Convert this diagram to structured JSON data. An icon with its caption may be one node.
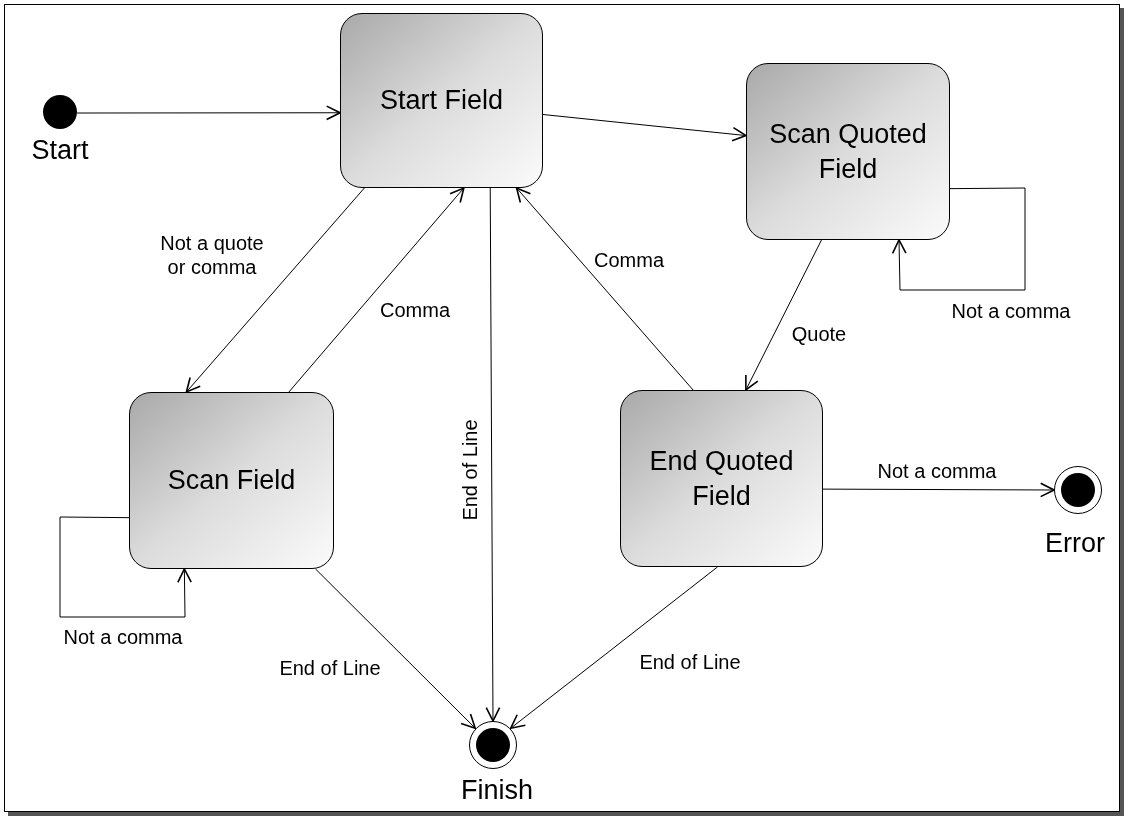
{
  "diagram": {
    "nodes": [
      {
        "text": [],
        "shape": "circle",
        "beside": [
          "Start"
        ]
      },
      {
        "text": [
          "Start Field"
        ]
      },
      {
        "text": [
          "Scan Quoted Field"
        ]
      },
      {
        "text": [
          "Scan Field"
        ]
      },
      {
        "text": [
          "End Quoted Field"
        ]
      },
      {
        "text": [],
        "shape": "circle",
        "beside": [
          "Error"
        ]
      },
      {
        "text": [],
        "shape": "circle",
        "beside": [
          "Finish"
        ]
      }
    ],
    "edges": [
      {
        "from": 0,
        "to": 1,
        "arrow": "to"
      },
      {
        "from": 1,
        "to": 2,
        "arrow": "to"
      },
      {
        "from": 1,
        "to": 3,
        "arrow": "to",
        "label": "Not a quote or comma"
      },
      {
        "from": 3,
        "to": 1,
        "arrow": "to",
        "label": "Comma"
      },
      {
        "from": 1,
        "to": 6,
        "arrow": "to",
        "label": "End of Line"
      },
      {
        "from": 4,
        "to": 1,
        "arrow": "to",
        "label": "Comma"
      },
      {
        "from": 2,
        "to": 2,
        "arrow": "to",
        "label": "Not a comma"
      },
      {
        "from": 2,
        "to": 4,
        "arrow": "to",
        "label": "Quote"
      },
      {
        "from": 3,
        "to": 3,
        "arrow": "to",
        "label": "Not a comma"
      },
      {
        "from": 4,
        "to": 5,
        "arrow": "to",
        "label": "Not a comma"
      },
      {
        "from": 3,
        "to": 6,
        "arrow": "to",
        "label": "End of Line"
      },
      {
        "from": 4,
        "to": 6,
        "arrow": "to",
        "label": "End of Line"
      }
    ]
  }
}
